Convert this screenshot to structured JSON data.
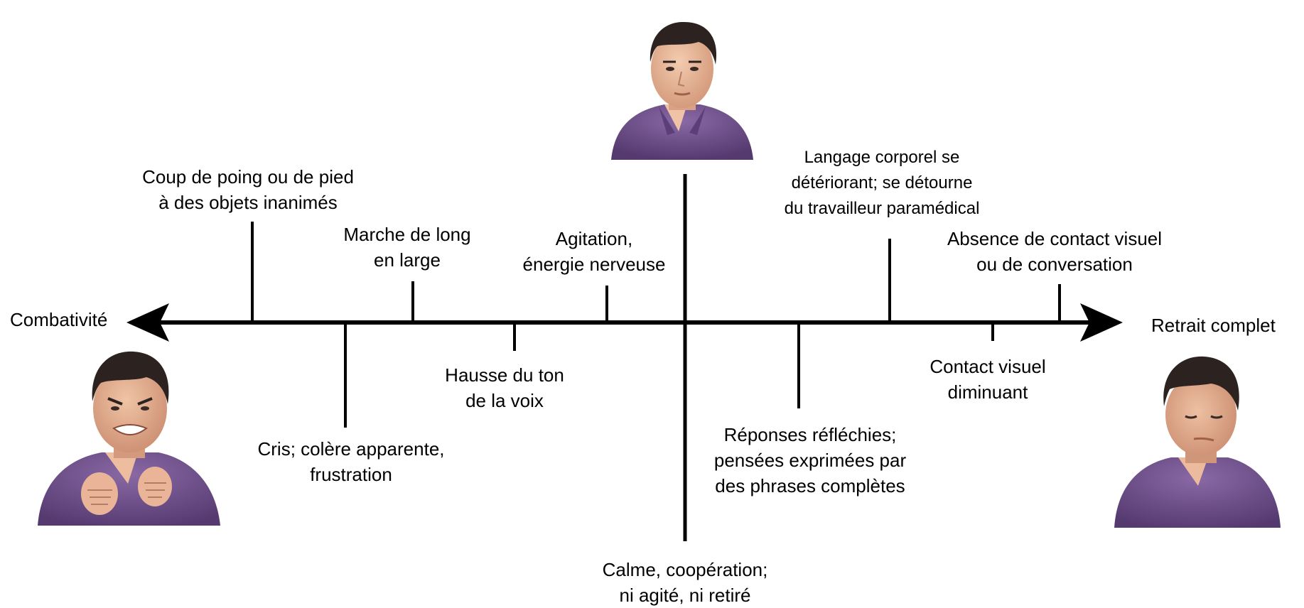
{
  "diagram": {
    "left_end_label": "Combativité",
    "right_end_label": "Retrait complet",
    "labels": {
      "coup_poing": [
        "Coup de poing ou de pied",
        "à des objets inanimés"
      ],
      "marche": [
        "Marche de long",
        "en large"
      ],
      "agitation": [
        "Agitation,",
        "énergie nerveuse"
      ],
      "langage": [
        "Langage corporel se",
        "détériorant; se détourne",
        "du travailleur paramédical"
      ],
      "absence": [
        "Absence de contact visuel",
        "ou de conversation"
      ],
      "cris": [
        "Cris; colère apparente,",
        "frustration"
      ],
      "hausse": [
        "Hausse du ton",
        "de la voix"
      ],
      "calme": [
        "Calme, coopération;",
        "ni agité, ni retiré"
      ],
      "reponses": [
        "Réponses réfléchies;",
        "pensées exprimées par",
        "des phrases complètes"
      ],
      "contact": [
        "Contact visuel",
        "diminuant"
      ]
    },
    "portraits": {
      "left": "combative-man-portrait",
      "center": "calm-man-portrait",
      "right": "withdrawn-man-portrait"
    },
    "colors": {
      "line": "#000000",
      "shirt": "#6b4a86",
      "skin": "#e8b79a",
      "hair": "#2c2320"
    }
  }
}
